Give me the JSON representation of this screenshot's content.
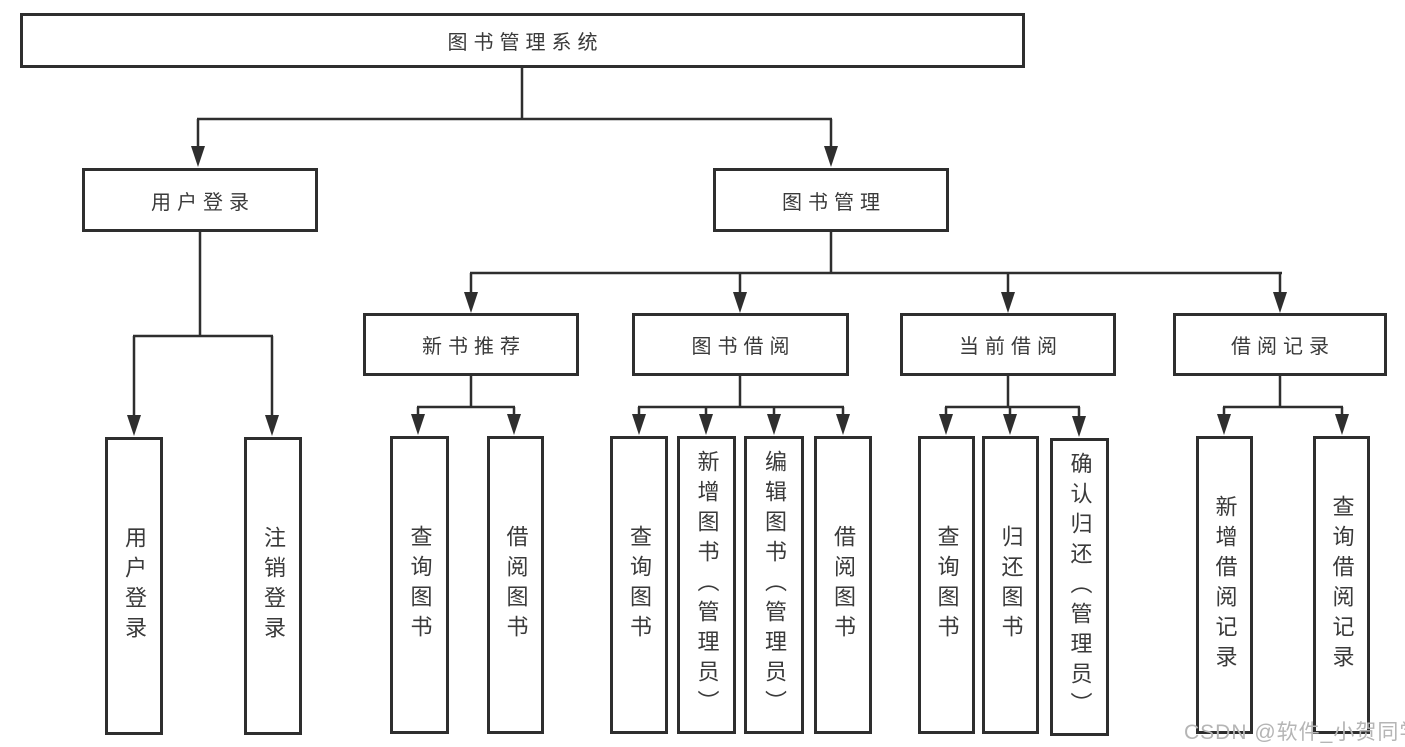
{
  "colors": {
    "line": "#2e2e2e",
    "box_border": "#2e2e2e",
    "text": "#3a3a3a",
    "watermark": "#b5b5b5",
    "background": "#ffffff"
  },
  "tree": {
    "root": {
      "label": "图书管理系统"
    },
    "children": [
      {
        "label": "用户登录",
        "children": [
          {
            "label": "用户登录"
          },
          {
            "label": "注销登录"
          }
        ]
      },
      {
        "label": "图书管理",
        "children": [
          {
            "label": "新书推荐",
            "children": [
              {
                "label": "查询图书"
              },
              {
                "label": "借阅图书"
              }
            ]
          },
          {
            "label": "图书借阅",
            "children": [
              {
                "label": "查询图书"
              },
              {
                "label": "新增图书（管理员）"
              },
              {
                "label": "编辑图书（管理员）"
              },
              {
                "label": "借阅图书"
              }
            ]
          },
          {
            "label": "当前借阅",
            "children": [
              {
                "label": "查询图书"
              },
              {
                "label": "归还图书"
              },
              {
                "label": "确认归还（管理员）"
              }
            ]
          },
          {
            "label": "借阅记录",
            "children": [
              {
                "label": "新增借阅记录"
              },
              {
                "label": "查询借阅记录"
              }
            ]
          }
        ]
      }
    ]
  },
  "watermark": {
    "text": "CSDN @软件_小贺同学"
  }
}
